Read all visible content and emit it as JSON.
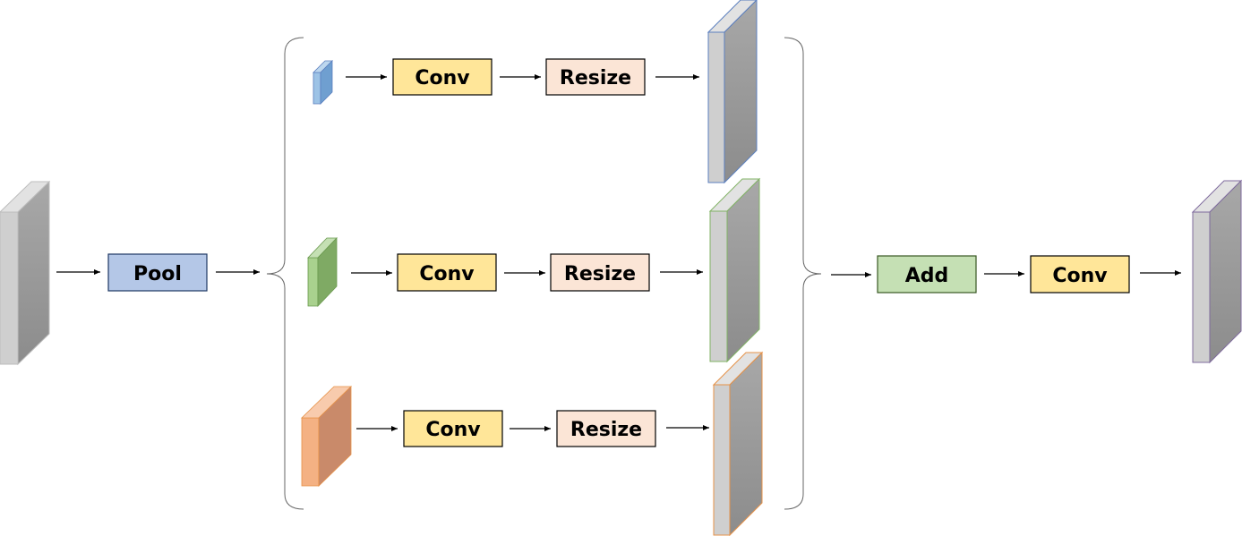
{
  "blocks": {
    "pool": {
      "label": "Pool",
      "fill": "#b4c7e7",
      "stroke": "#1f3864"
    },
    "branches": [
      {
        "conv_label": "Conv",
        "resize_label": "Resize",
        "tensor_color": "#9dc3e6",
        "tensor_dark": "#6f9fd0",
        "out_stroke": "#5b7fbf"
      },
      {
        "conv_label": "Conv",
        "resize_label": "Resize",
        "tensor_color": "#a9d18e",
        "tensor_dark": "#7faa64",
        "out_stroke": "#82b366"
      },
      {
        "conv_label": "Conv",
        "resize_label": "Resize",
        "tensor_color": "#f4b183",
        "tensor_dark": "#cc8a64",
        "out_stroke": "#e69147"
      }
    ],
    "add": {
      "label": "Add",
      "fill": "#c5e0b4",
      "stroke": "#385723"
    },
    "final_conv": {
      "label": "Conv"
    }
  },
  "colors": {
    "conv_fill": "#ffe699",
    "conv_stroke": "#000000",
    "resize_fill": "#fbe5d6",
    "resize_stroke": "#000000",
    "input_stroke": "#c0c0c0",
    "output_stroke": "#7f6b9e",
    "arrow": "#000000",
    "brace": "#555555"
  }
}
